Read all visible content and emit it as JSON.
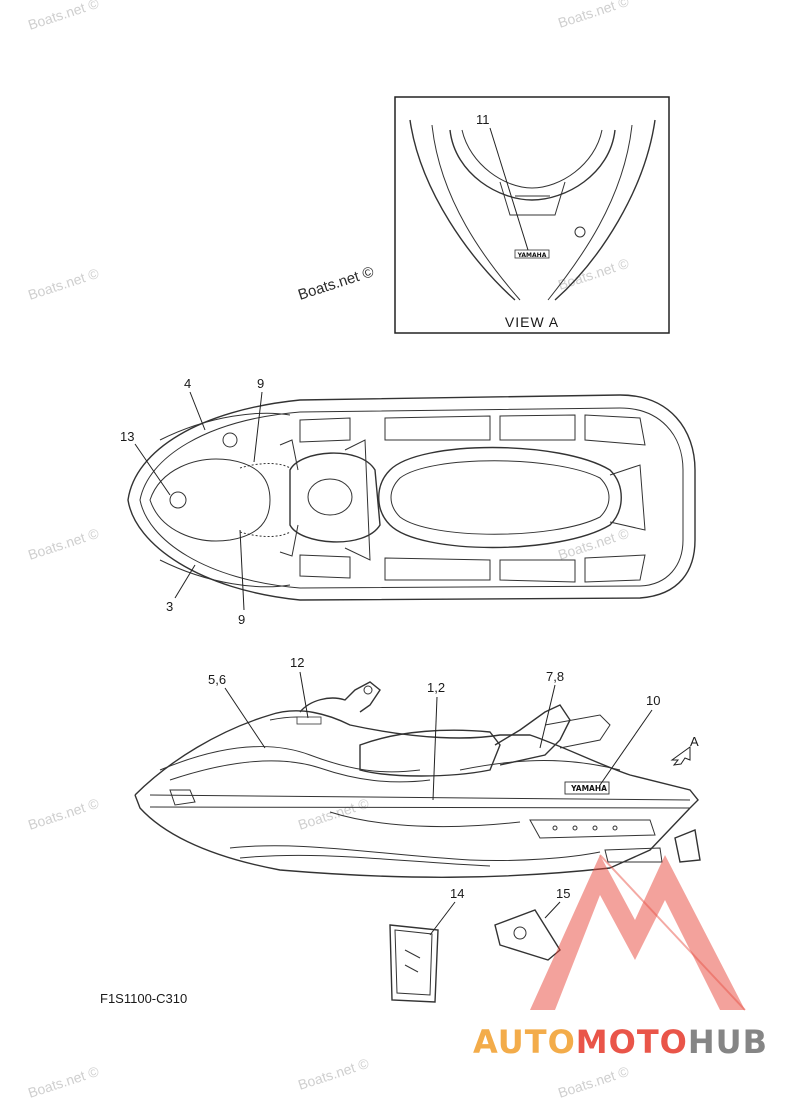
{
  "watermarks": {
    "text": "Boats.net ©"
  },
  "view_a": {
    "caption": "VIEW A",
    "decal_text": "YAMAHA"
  },
  "callouts": {
    "c11": "11",
    "c4": "4",
    "c9_top": "9",
    "c13": "13",
    "c3": "3",
    "c9_bottom": "9",
    "c12": "12",
    "c5_6": "5,6",
    "c1_2": "1,2",
    "c7_8": "7,8",
    "c10": "10",
    "cA": "A",
    "c14": "14",
    "c15": "15"
  },
  "side_decal": {
    "text": "YAMAHA"
  },
  "diagram_code": "F1S1100-C310",
  "logo": {
    "part1": "AUTO",
    "part2": "MOTO",
    "part3": "HUB",
    "color_orange": "#f2a53b",
    "color_red": "#e8473a",
    "color_gray": "#7b7b7b"
  }
}
